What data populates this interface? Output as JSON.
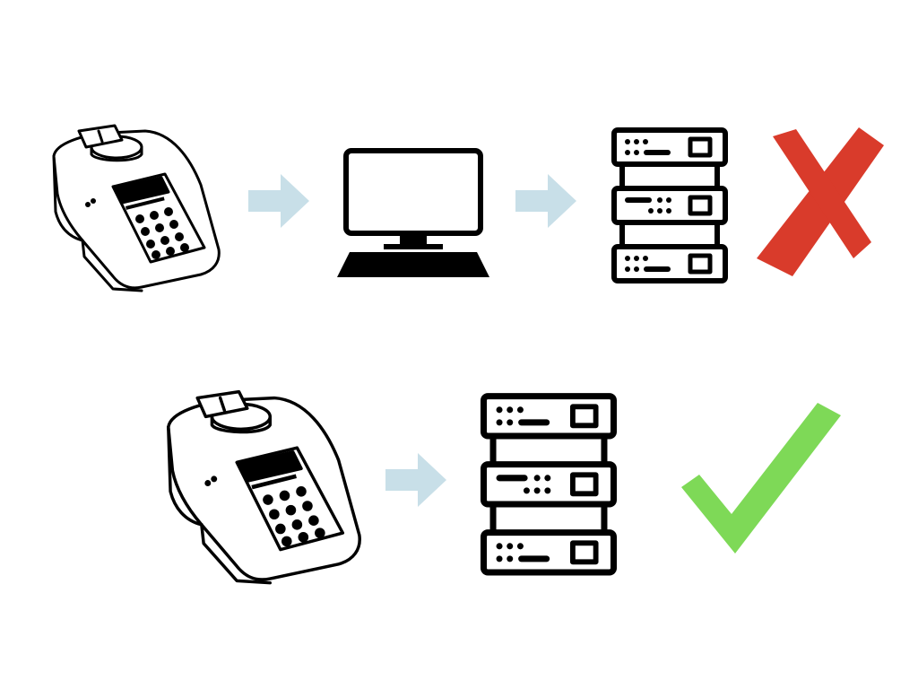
{
  "diagram": {
    "rows": [
      {
        "name": "indirect-path",
        "steps": [
          "instrument",
          "computer",
          "server"
        ],
        "outcome": "rejected"
      },
      {
        "name": "direct-path",
        "steps": [
          "instrument",
          "server"
        ],
        "outcome": "accepted"
      }
    ]
  },
  "colors": {
    "arrow": "#c8dfe8",
    "line": "#000000",
    "cross": "#d93b2b",
    "check": "#7ed957",
    "background": "#ffffff"
  },
  "icons": {
    "instrument": "lab-instrument-icon",
    "computer": "desktop-computer-icon",
    "server": "server-rack-icon",
    "arrow": "right-arrow-icon",
    "cross": "red-cross-icon",
    "check": "green-check-icon"
  }
}
